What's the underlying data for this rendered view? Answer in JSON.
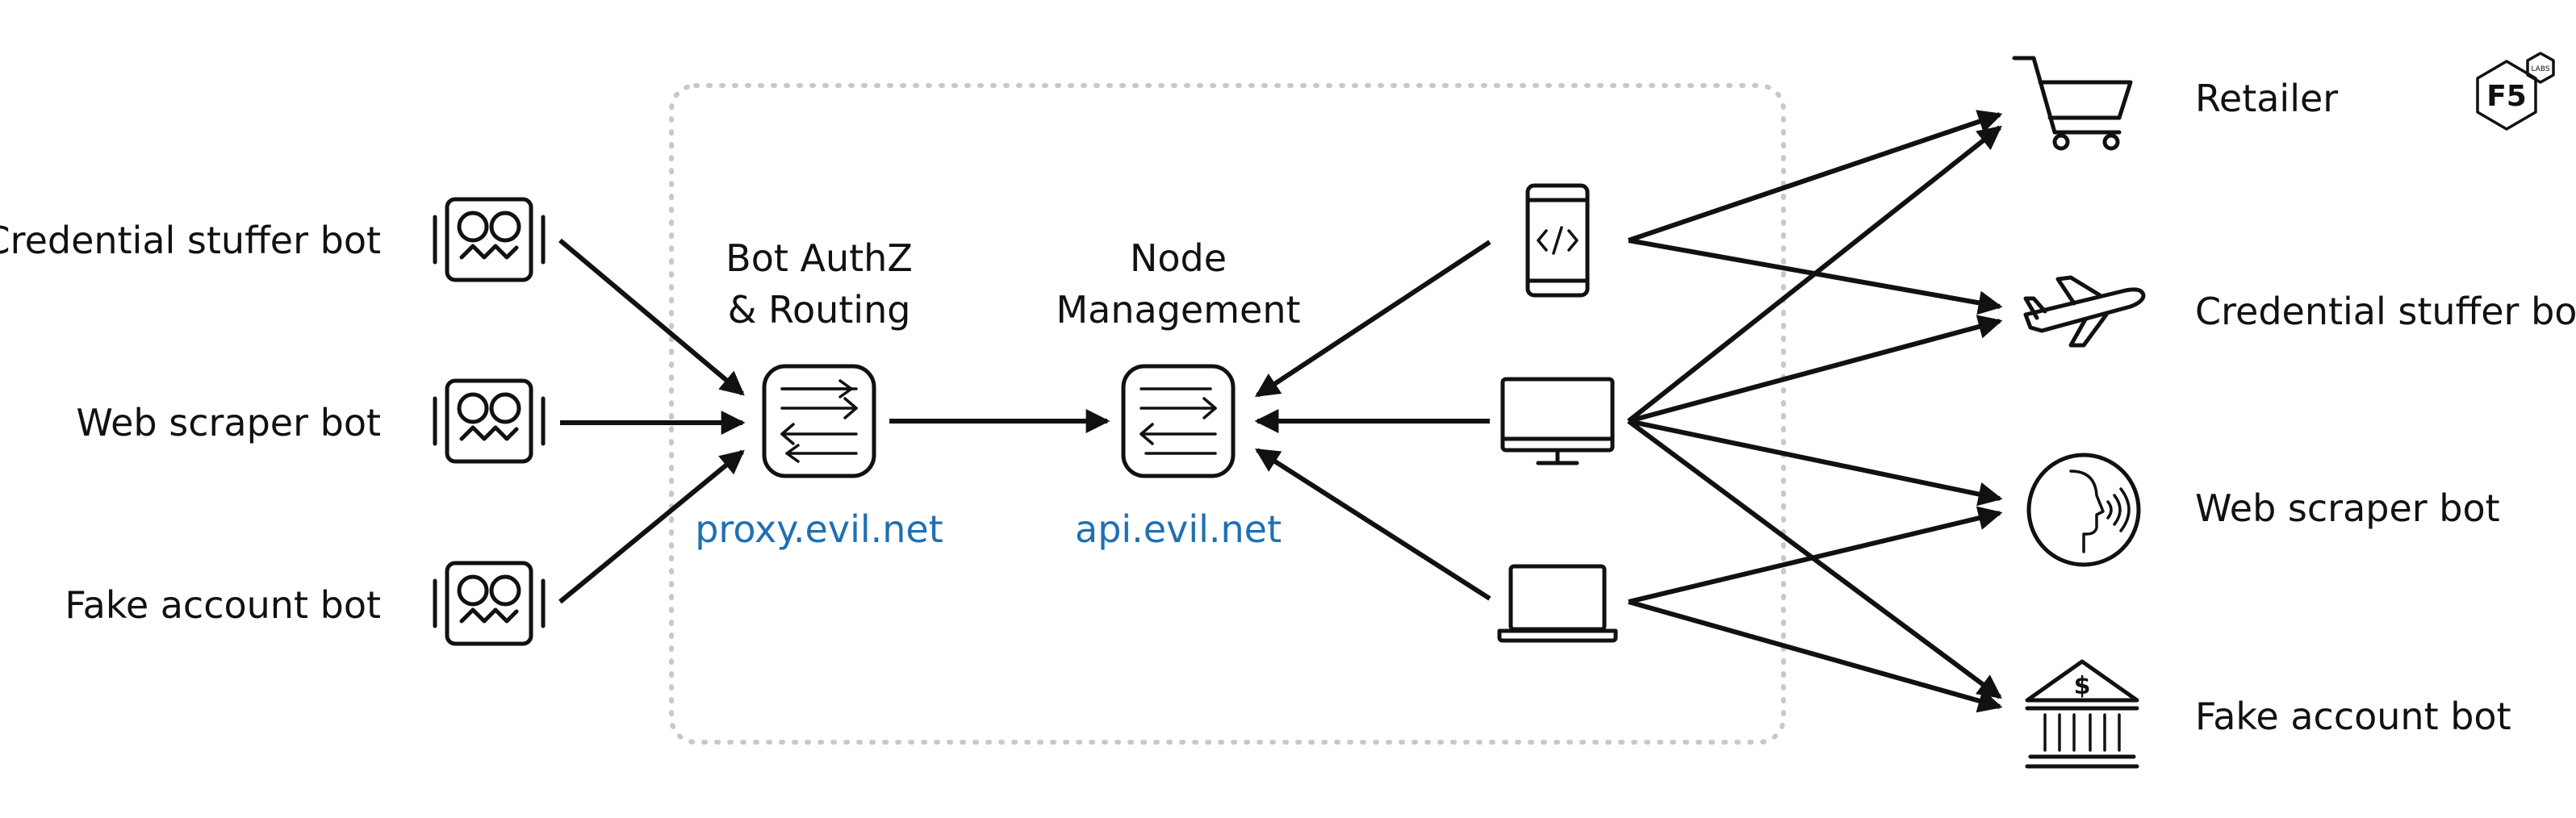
{
  "left_bots": [
    {
      "label": "Credential stuffer bot",
      "icon": "bot-icon"
    },
    {
      "label": "Web scraper bot",
      "icon": "bot-icon"
    },
    {
      "label": "Fake account bot",
      "icon": "bot-icon"
    }
  ],
  "proxy": {
    "title_line1": "Bot AuthZ",
    "title_line2": "& Routing",
    "url": "proxy.evil.net",
    "icon": "router-icon"
  },
  "api": {
    "title_line1": "Node",
    "title_line2": "Management",
    "url": "api.evil.net",
    "icon": "router-icon"
  },
  "devices": [
    {
      "name": "mobile",
      "icon": "mobile-code-icon"
    },
    {
      "name": "desktop",
      "icon": "monitor-icon"
    },
    {
      "name": "laptop",
      "icon": "laptop-icon"
    }
  ],
  "targets": [
    {
      "label": "Retailer",
      "icon": "shopping-cart-icon"
    },
    {
      "label": "Credential stuffer bot",
      "icon": "airplane-icon"
    },
    {
      "label": "Web scraper bot",
      "icon": "speaking-head-icon"
    },
    {
      "label": "Fake account bot",
      "icon": "bank-icon"
    }
  ],
  "logo": {
    "brand": "F5",
    "sub": "LABS",
    "icon": "f5-labs-logo"
  },
  "colors": {
    "url": "#1f6fb4",
    "stroke": "#111111",
    "frame": "#c8c8c8"
  }
}
